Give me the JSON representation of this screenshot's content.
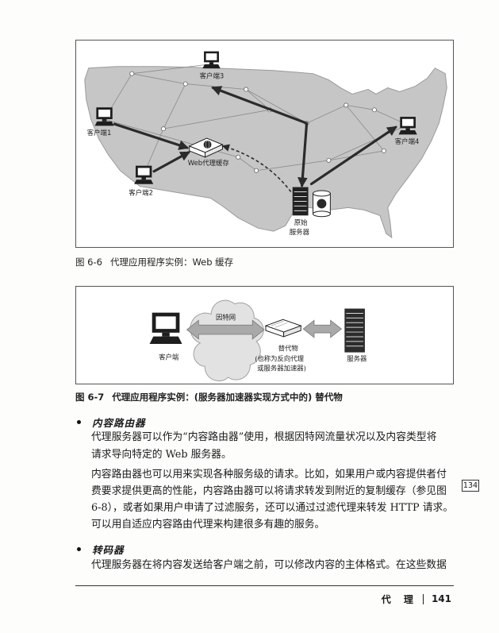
{
  "figure_6_6": {
    "labels": {
      "client3": "客户端3",
      "client1": "客户端1",
      "client4": "客户端4",
      "client2": "客户端2",
      "proxy_cache": "Web代理缓存",
      "origin_server_line1": "原始",
      "origin_server_line2": "服务器"
    },
    "caption_number": "图 6-6",
    "caption_title": "代理应用程序实例：Web 缓存"
  },
  "figure_6_7": {
    "labels": {
      "internet": "因特网",
      "client": "客户端",
      "surrogate_line1": "替代物",
      "surrogate_line2": "(也称为反向代理",
      "surrogate_line3": "或服务器加速器)",
      "server": "服务器"
    },
    "caption_number": "图 6-7",
    "caption_title": "代理应用程序实例：(服务器加速器实现方式中的) 替代物"
  },
  "sections": [
    {
      "heading": "内容路由器",
      "paragraphs": [
        {
          "lines": [
            "代理服务器可以作为“内容路由器”使用，根据因特网流量状况以及内容类型将",
            "请求导向特定的 Web 服务器。"
          ]
        },
        {
          "lines": [
            "内容路由器也可以用来实现各种服务级的请求。比如，如果用户或内容提供者付",
            "费要求提供更高的性能，内容路由器可以将请求转发到附近的复制缓存（参见图",
            "6-8），或者如果用户申请了过滤服务，还可以通过过滤代理来转发 HTTP 请求。",
            "可以用自适应内容路由代理来构建很多有趣的服务。"
          ]
        }
      ]
    },
    {
      "heading": "转码器",
      "paragraphs": [
        {
          "lines": [
            "代理服务器在将内容发送给客户端之前，可以修改内容的主体格式。在这些数据"
          ]
        }
      ]
    }
  ],
  "margin_note": "134",
  "footer": {
    "chapter": "代 理",
    "page": "141"
  }
}
